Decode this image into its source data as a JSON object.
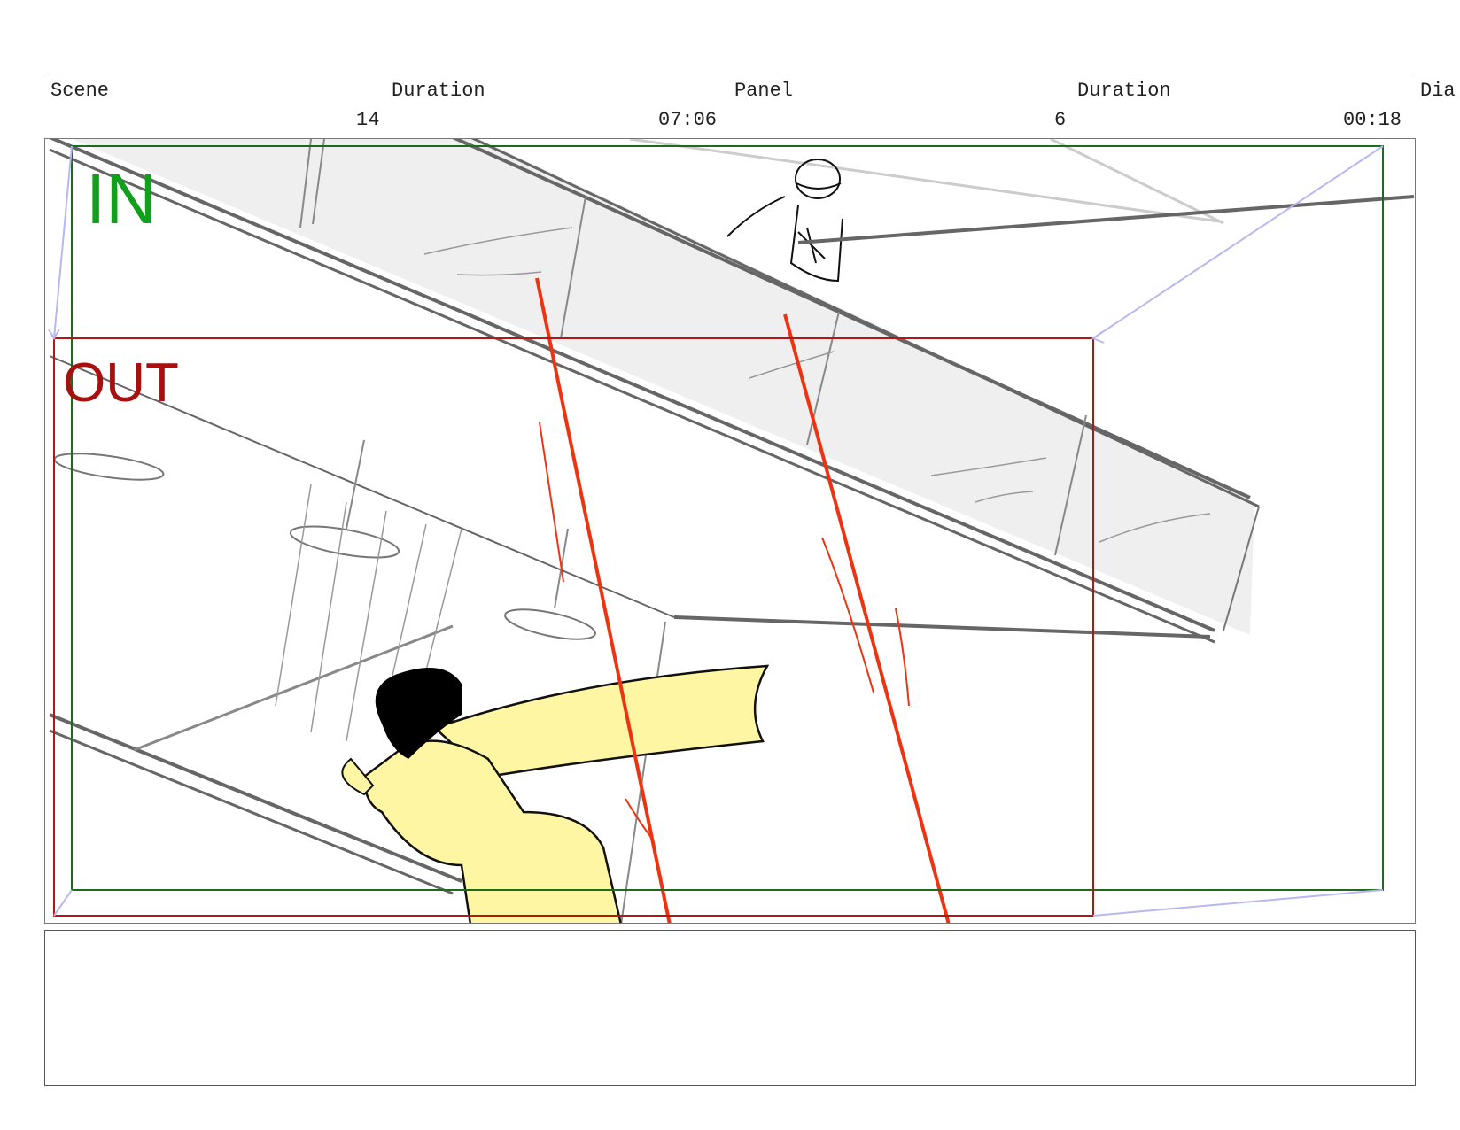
{
  "header": {
    "scene_label": "Scene",
    "scene_duration_label": "Duration",
    "panel_label": "Panel",
    "panel_duration_label": "Duration",
    "dialogue_label": "Dia",
    "scene_value": "14",
    "scene_duration_value": "07:06",
    "panel_value": "6",
    "panel_duration_value": "00:18"
  },
  "panel": {
    "in_label": "IN",
    "out_label": "OUT",
    "colors": {
      "in_frame": "#1e6b1e",
      "in_text": "#11a01c",
      "out_frame": "#b01818",
      "out_text": "#a81010",
      "motion_lines": "#ee3311",
      "camera_arrows": "#b8b8f0",
      "cape": "#fff6a3"
    }
  },
  "notes": {
    "text": ""
  }
}
